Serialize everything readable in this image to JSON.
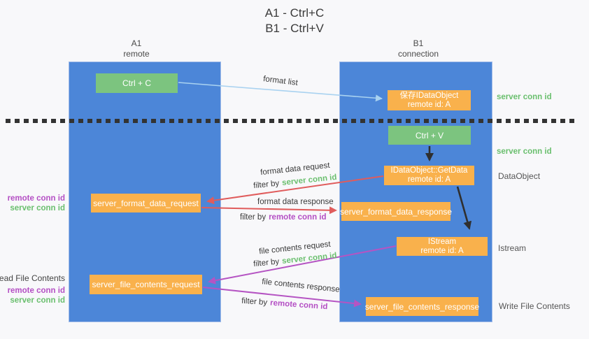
{
  "title": {
    "line1": "A1 - Ctrl+C",
    "line2": "B1 - Ctrl+V"
  },
  "columns": {
    "left": {
      "name": "A1",
      "subtitle": "remote"
    },
    "right": {
      "name": "B1",
      "subtitle": "connection"
    }
  },
  "nodes": {
    "ctrl_c": {
      "label": "Ctrl + C"
    },
    "save_idataobject": {
      "line1": "保存IDataObject",
      "line2": "remote id: A"
    },
    "ctrl_v": {
      "label": "Ctrl + V"
    },
    "getdata": {
      "line1": "IDataObject::GetData",
      "line2": "remote id: A"
    },
    "format_request": {
      "label": "server_format_data_request"
    },
    "format_response": {
      "label": "server_format_data_response"
    },
    "istream": {
      "line1": "IStream",
      "line2": "remote id: A"
    },
    "file_request": {
      "label": "server_file_contents_request"
    },
    "file_response": {
      "label": "server_file_contents_response"
    }
  },
  "arrow_labels": {
    "format_list": "format list",
    "format_data_request": "format data request",
    "format_data_request_filter": {
      "prefix": "filter by",
      "key": "server conn id"
    },
    "format_data_response": "format data response",
    "format_data_response_filter": {
      "prefix": "filter by",
      "key": "remote conn id"
    },
    "file_contents_request": "file contents request",
    "file_contents_request_filter": {
      "prefix": "filter by",
      "key": "server conn id"
    },
    "file_contents_response": "file contents response",
    "file_contents_response_filter": {
      "prefix": "filter by",
      "key": "remote conn id"
    }
  },
  "left_labels": {
    "format_pair": {
      "remote": "remote conn id",
      "server": "server conn id"
    },
    "read_file": "Read File Contents",
    "file_pair": {
      "remote": "remote conn id",
      "server": "server conn id"
    }
  },
  "right_labels": {
    "server_conn_top": "server conn id",
    "server_conn_mid": "server conn id",
    "dataobject": "DataObject",
    "istream": "Istream",
    "write_file": "Write File Contents"
  },
  "colors": {
    "lane_blue": "#4c86d8",
    "node_green": "#7cc47f",
    "node_orange": "#f9b14c",
    "arrow_red": "#e05c5c",
    "arrow_purple": "#b554c3",
    "arrow_light_blue": "#a9d2f0",
    "arrow_black": "#2f2f2f",
    "text_green": "#6abf6e",
    "text_purple": "#b44fc4"
  }
}
